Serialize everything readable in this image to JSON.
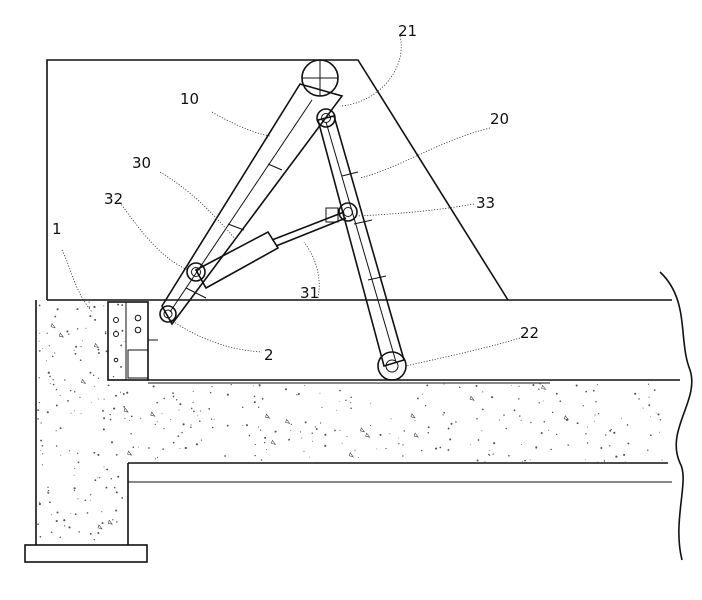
{
  "labels": {
    "l1": "1",
    "l2": "2",
    "l10": "10",
    "l20": "20",
    "l21": "21",
    "l22": "22",
    "l30": "30",
    "l31": "31",
    "l32": "32",
    "l33": "33"
  },
  "colors": {
    "line": "#111111",
    "background": "#ffffff"
  }
}
